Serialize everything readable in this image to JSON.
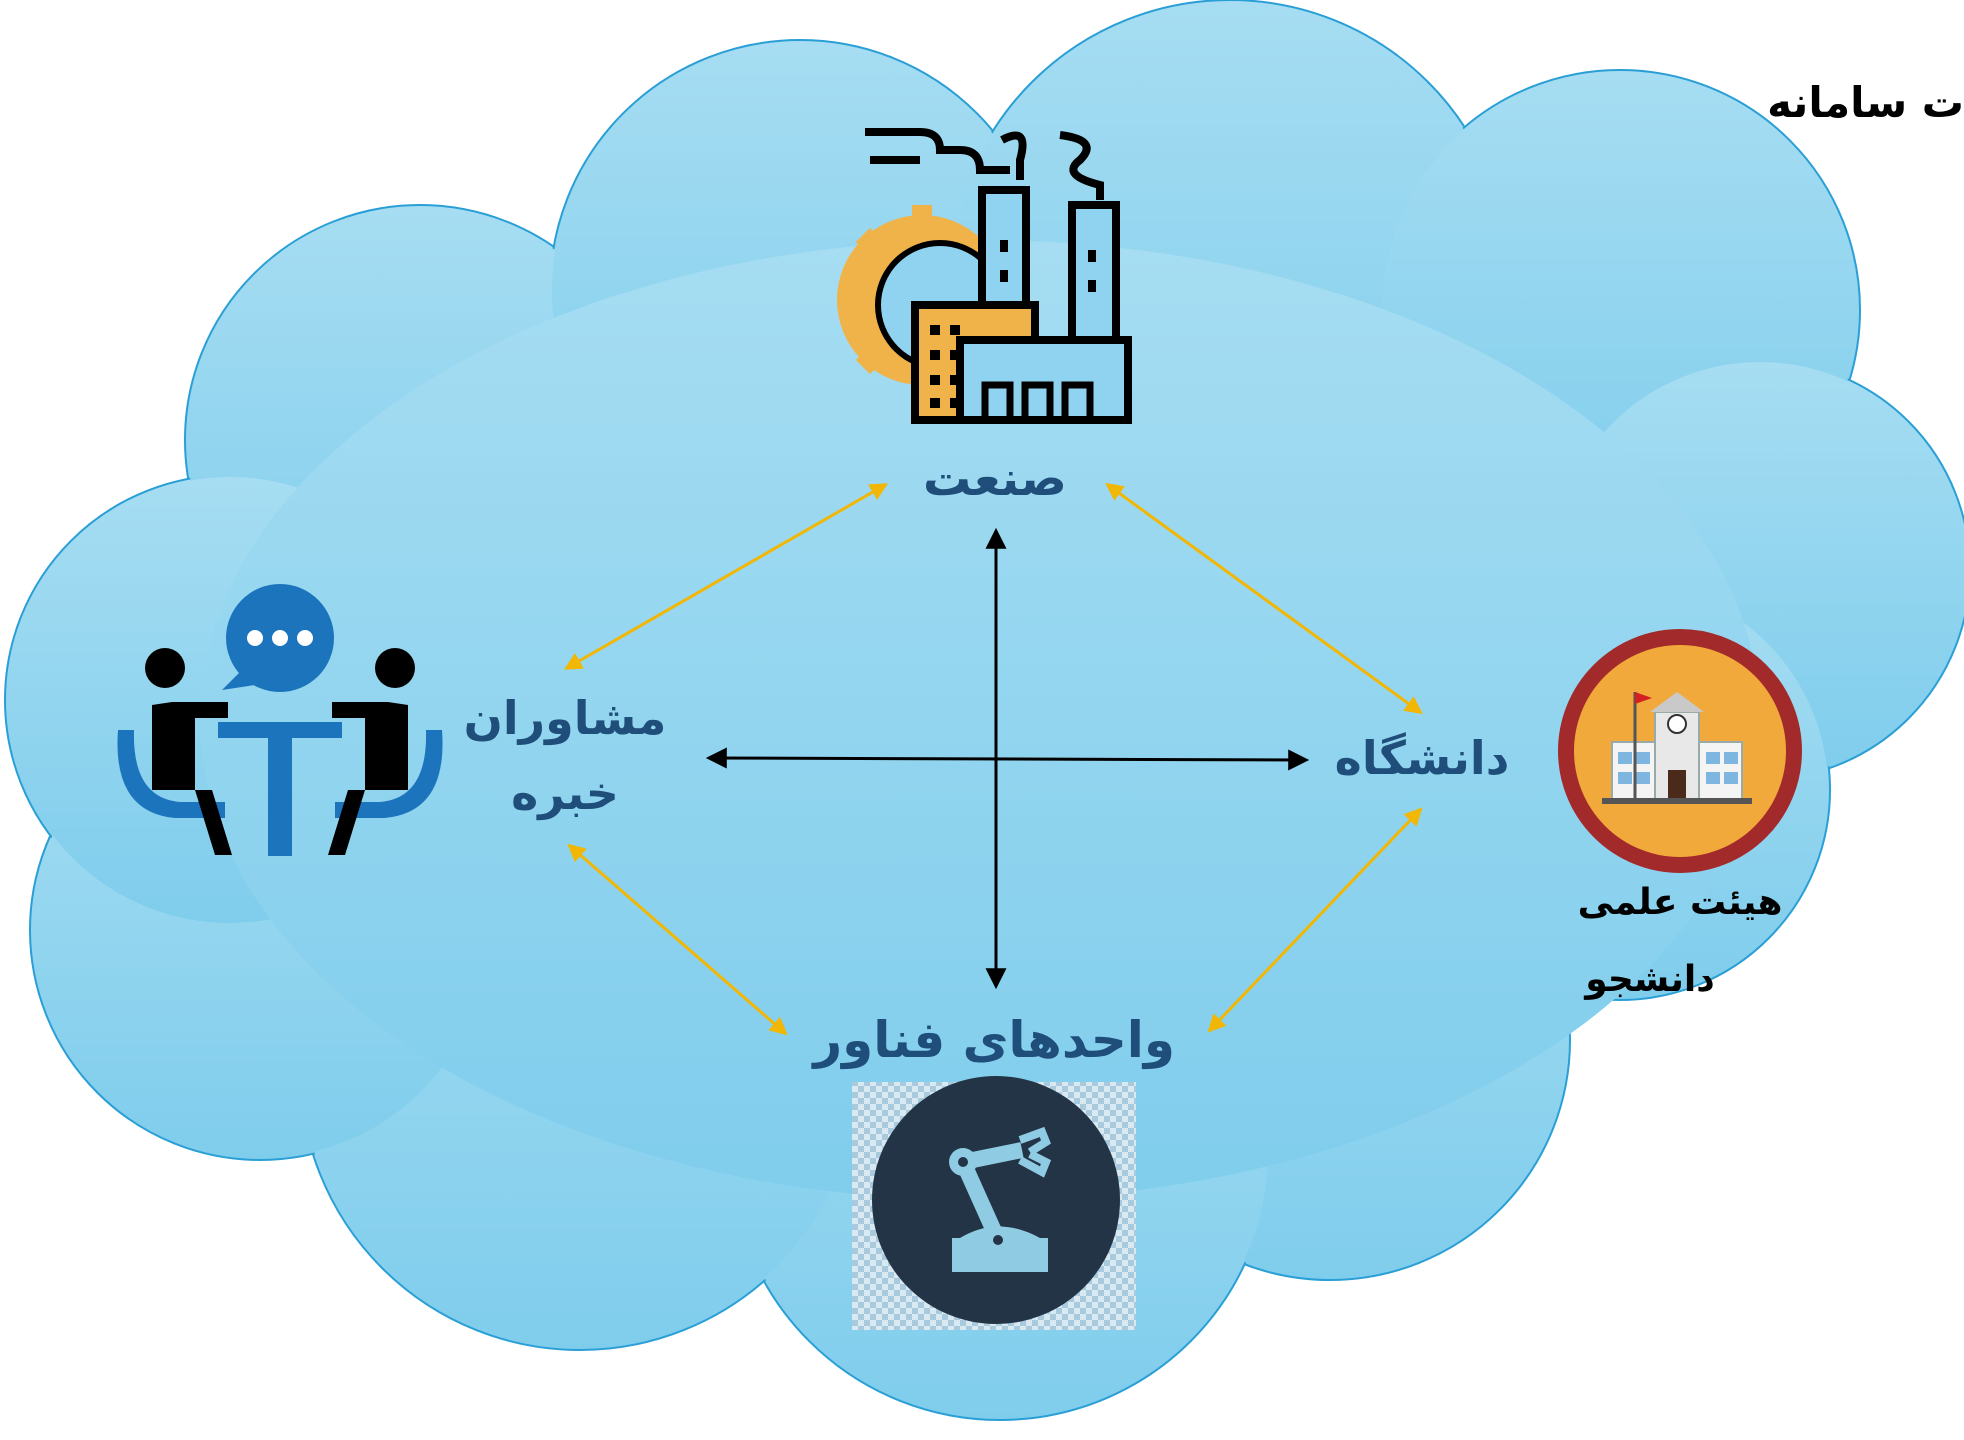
{
  "title": "ت سامانه",
  "nodes": {
    "industry": {
      "label": "صنعت",
      "icon": "factory-icon"
    },
    "consultants": {
      "label_line1": "مشاوران",
      "label_line2": "خبره",
      "icon": "consultation-icon"
    },
    "university": {
      "label": "دانشگاه",
      "icon": "university-building-icon"
    },
    "tech_units": {
      "label": "واحدهای فناور",
      "icon": "robot-arm-icon"
    }
  },
  "university_members": [
    "هیئت علمی",
    "دانشجو"
  ],
  "colors": {
    "cloud_fill": "#8fd3f0",
    "cloud_stroke": "#2a9fd6",
    "label": "#1f4e7a",
    "arrow_black": "#000000",
    "arrow_yellow": "#f2b705",
    "consult_blue": "#1c75bc",
    "gear_orange": "#f0b34a",
    "robot_circle": "#243447",
    "university_ring": "#a32a2a",
    "university_fill": "#f0a93a"
  }
}
